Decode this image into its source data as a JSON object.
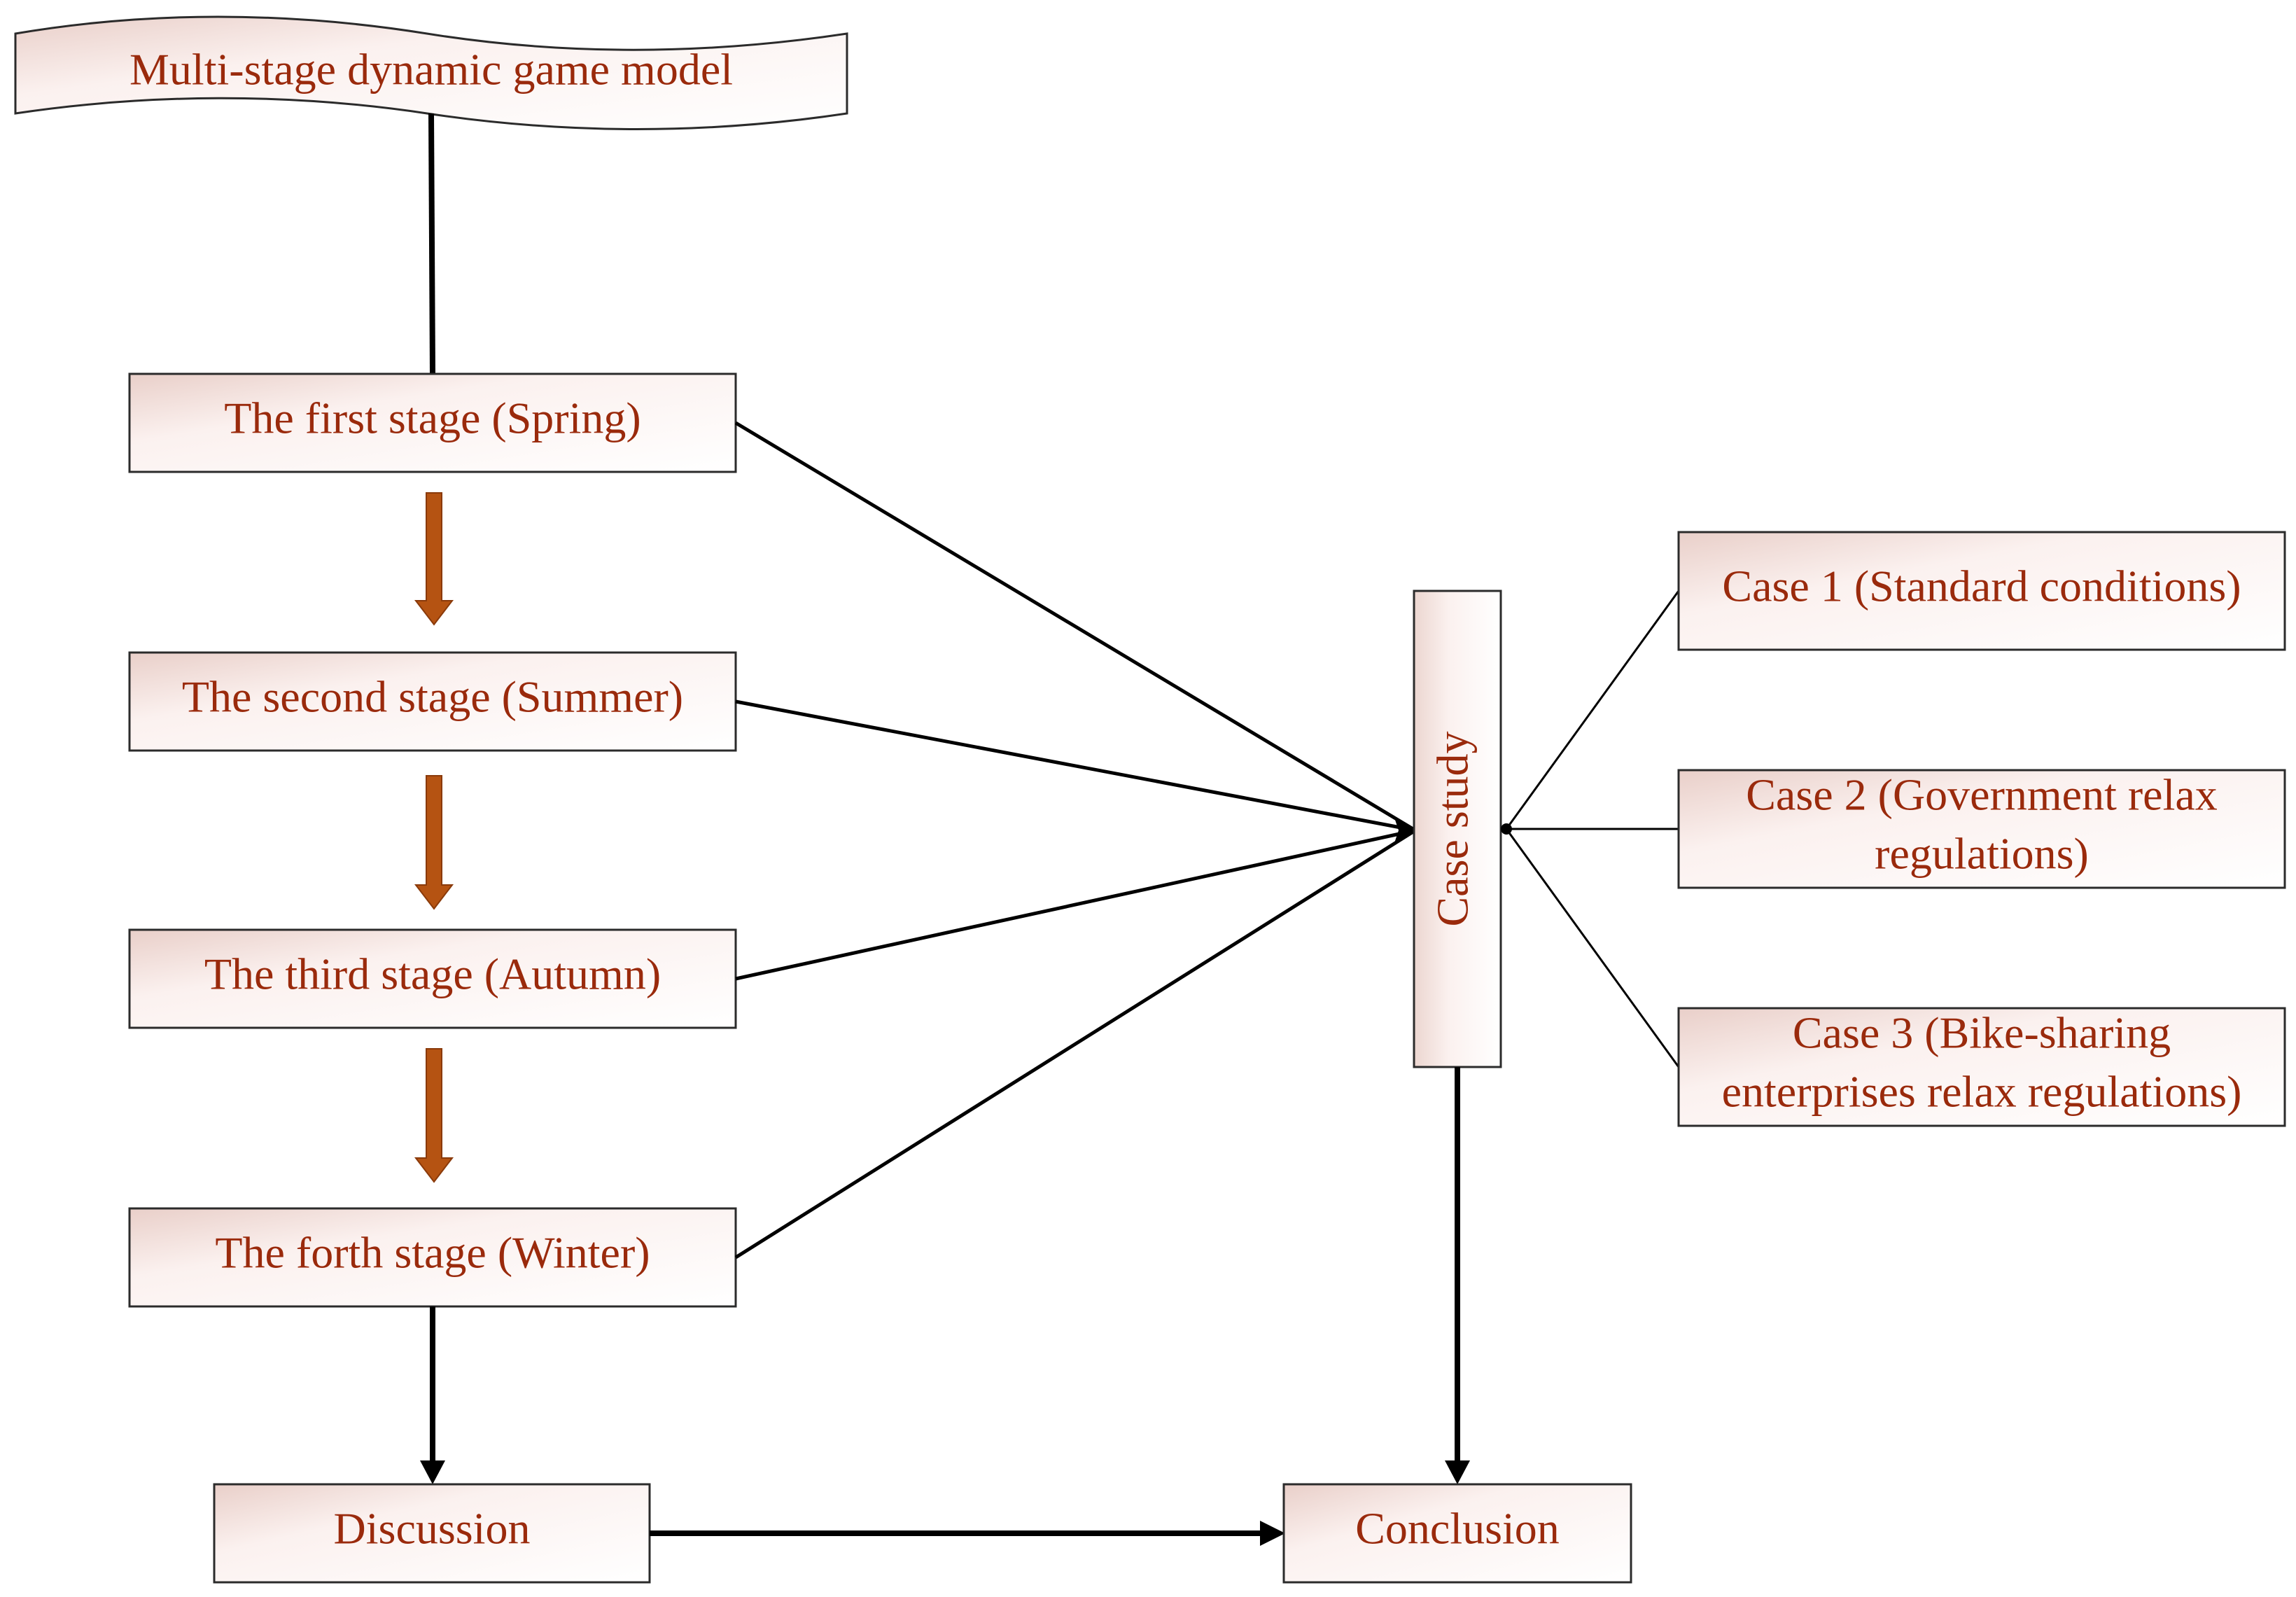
{
  "nodes": {
    "model": "Multi-stage dynamic game model",
    "stage1": "The first stage (Spring)",
    "stage2": "The second stage (Summer)",
    "stage3": "The third stage (Autumn)",
    "stage4": "The forth stage (Winter)",
    "discussion": "Discussion",
    "conclusion": "Conclusion",
    "case_study": "Case study",
    "case1": "Case 1 (Standard conditions)",
    "case2_line1": "Case 2 (Government  relax",
    "case2_line2": "regulations)",
    "case3_line1": "Case 3 (Bike-sharing",
    "case3_line2": "enterprises relax regulations)"
  },
  "colors": {
    "text": "#9a2a0c",
    "stage_arrow": "#b55312",
    "box_border": "#2b2b2b",
    "connector": "#000000"
  }
}
